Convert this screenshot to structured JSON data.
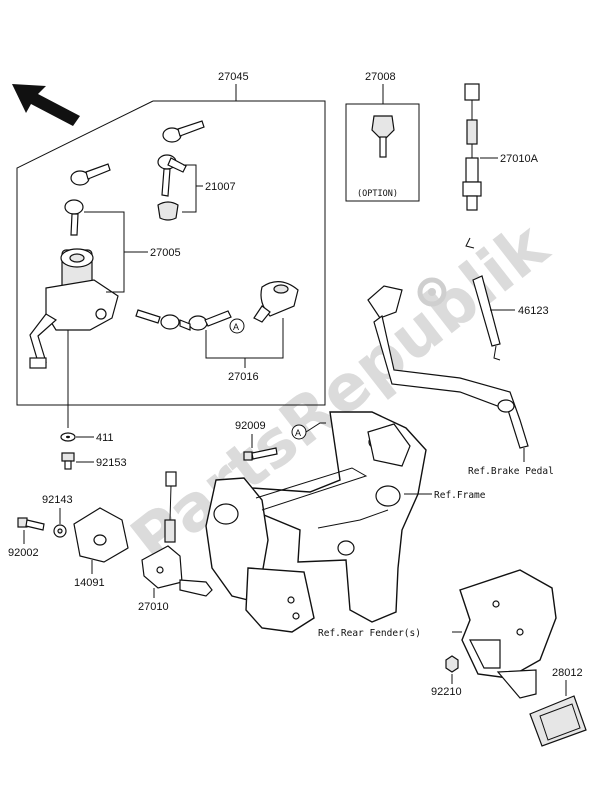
{
  "labels": {
    "p27045": "27045",
    "p27008": "27008",
    "p27010A": "27010A",
    "p21007": "21007",
    "p27005": "27005",
    "p27016": "27016",
    "p46123": "46123",
    "p411": "411",
    "p92153": "92153",
    "p92009": "92009",
    "p92143": "92143",
    "p92002": "92002",
    "p14091": "14091",
    "p27010": "27010",
    "p92210": "92210",
    "p28012": "28012"
  },
  "option_text": "(OPTION)",
  "callout_letter": "A",
  "refs": {
    "brake_pedal": "Ref.Brake Pedal",
    "frame": "Ref.Frame",
    "rear_fender": "Ref.Rear Fender(s)"
  },
  "watermark": "PartsRepublik"
}
